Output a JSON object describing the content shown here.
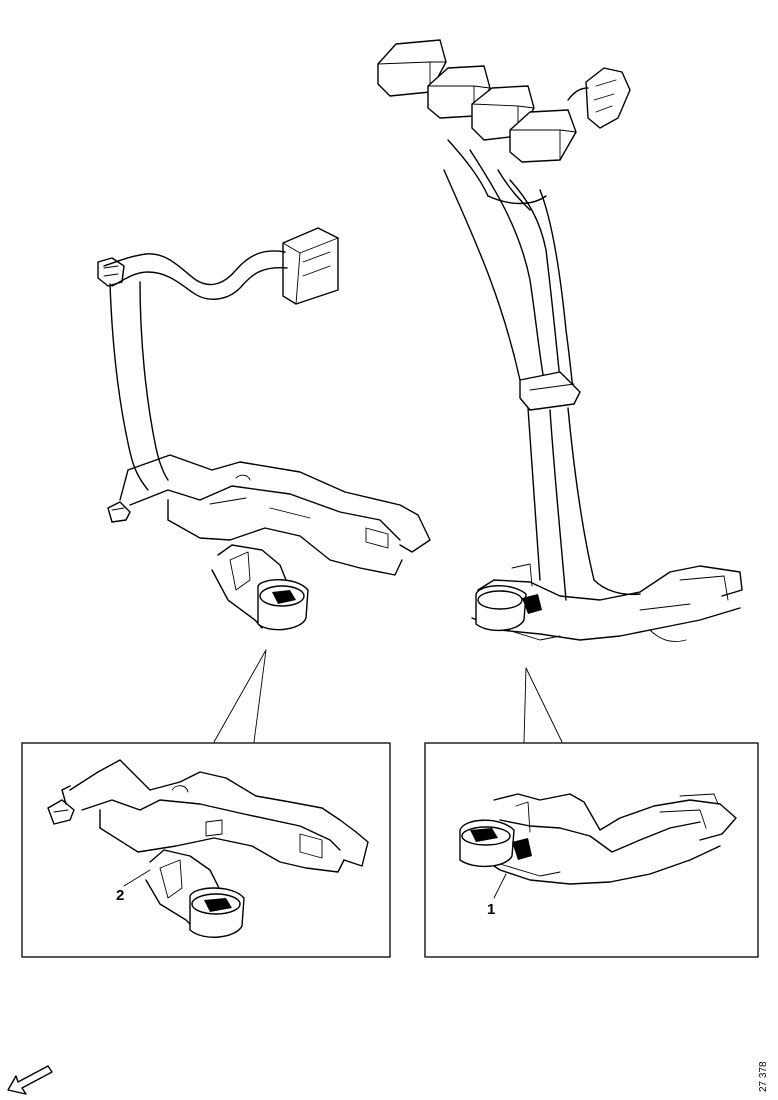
{
  "callouts": {
    "item_1": "1",
    "item_2": "2"
  },
  "reference_code": "27 378"
}
